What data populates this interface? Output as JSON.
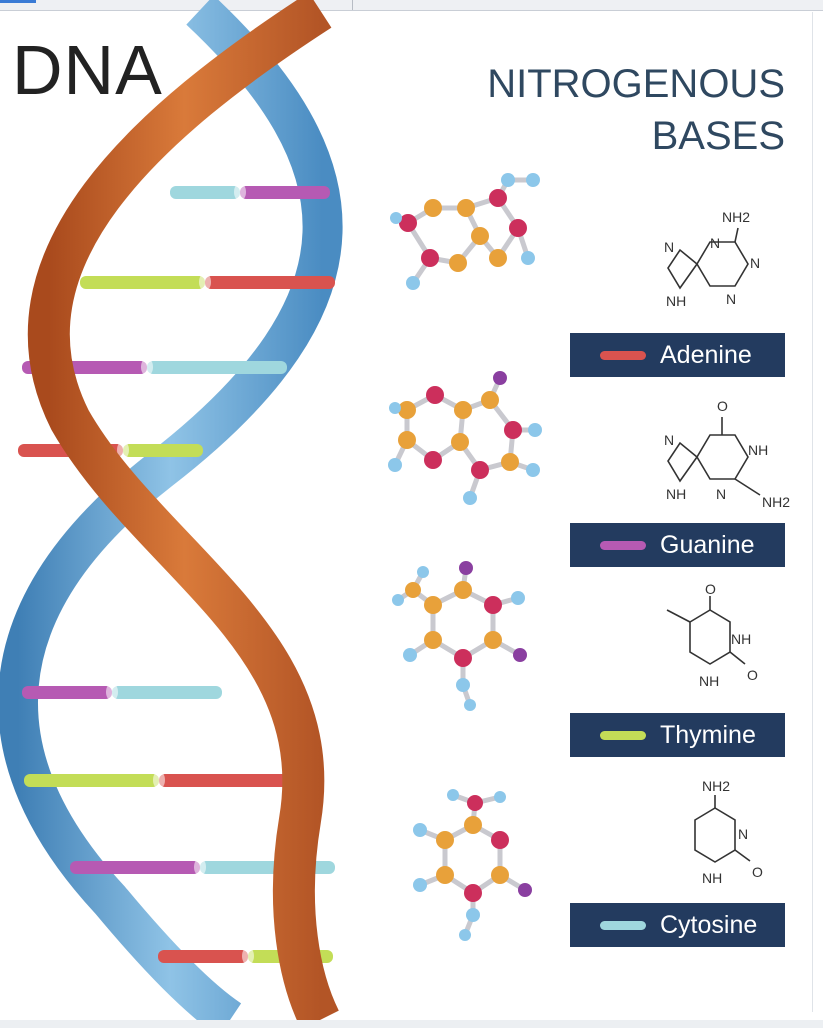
{
  "title": "DNA",
  "heading": {
    "line1": "NITROGENOUS",
    "line2": "BASES"
  },
  "bases": [
    {
      "name": "Adenine",
      "color": "#d9534f"
    },
    {
      "name": "Guanine",
      "color": "#b65ab3"
    },
    {
      "name": "Thymine",
      "color": "#c3dd57"
    },
    {
      "name": "Cytosine",
      "color": "#9fd7de"
    }
  ],
  "formula_atoms": {
    "adenine": [
      "NH2",
      "N",
      "N",
      "N",
      "NH",
      "N"
    ],
    "guanine": [
      "O",
      "N",
      "NH",
      "NH",
      "N",
      "NH2"
    ],
    "thymine": [
      "O",
      "NH",
      "NH",
      "O"
    ],
    "cytosine": [
      "NH2",
      "N",
      "NH",
      "O"
    ]
  },
  "colors": {
    "title_dark": "#222222",
    "heading_blue": "#2f4860",
    "label_bg": "#233b5f",
    "strand_orange": "#c8642a",
    "strand_blue": "#5f9fcf",
    "atom_orange": "#e8a13a",
    "atom_red": "#cc2f5c",
    "atom_blue": "#8cc7ea",
    "atom_purple": "#8a3fa0"
  }
}
